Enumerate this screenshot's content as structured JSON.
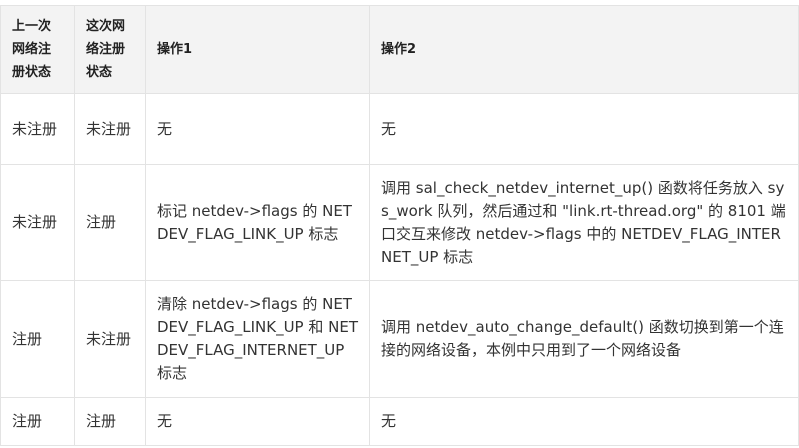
{
  "table": {
    "headers": [
      "上一次网络注册状态",
      "这次网络注册状态",
      "操作1",
      "操作2"
    ],
    "rows": [
      [
        "未注册",
        "未注册",
        "无",
        "无"
      ],
      [
        "未注册",
        "注册",
        "标记 netdev->flags 的 NETDEV_FLAG_LINK_UP 标志",
        "调用 sal_check_netdev_internet_up() 函数将任务放入 sys_work 队列，然后通过和 \"link.rt-thread.org\" 的 8101 端口交互来修改 netdev->flags 中的 NETDEV_FLAG_INTERNET_UP 标志"
      ],
      [
        "注册",
        "未注册",
        "清除 netdev->flags 的 NETDEV_FLAG_LINK_UP 和 NETDEV_FLAG_INTERNET_UP 标志",
        "调用 netdev_auto_change_default() 函数切换到第一个连接的网络设备，本例中只用到了一个网络设备"
      ],
      [
        "注册",
        "注册",
        "无",
        "无"
      ]
    ]
  },
  "colors": {
    "header_bg": "#f3f3f3",
    "border": "#e3e3e3",
    "text": "#333333"
  }
}
